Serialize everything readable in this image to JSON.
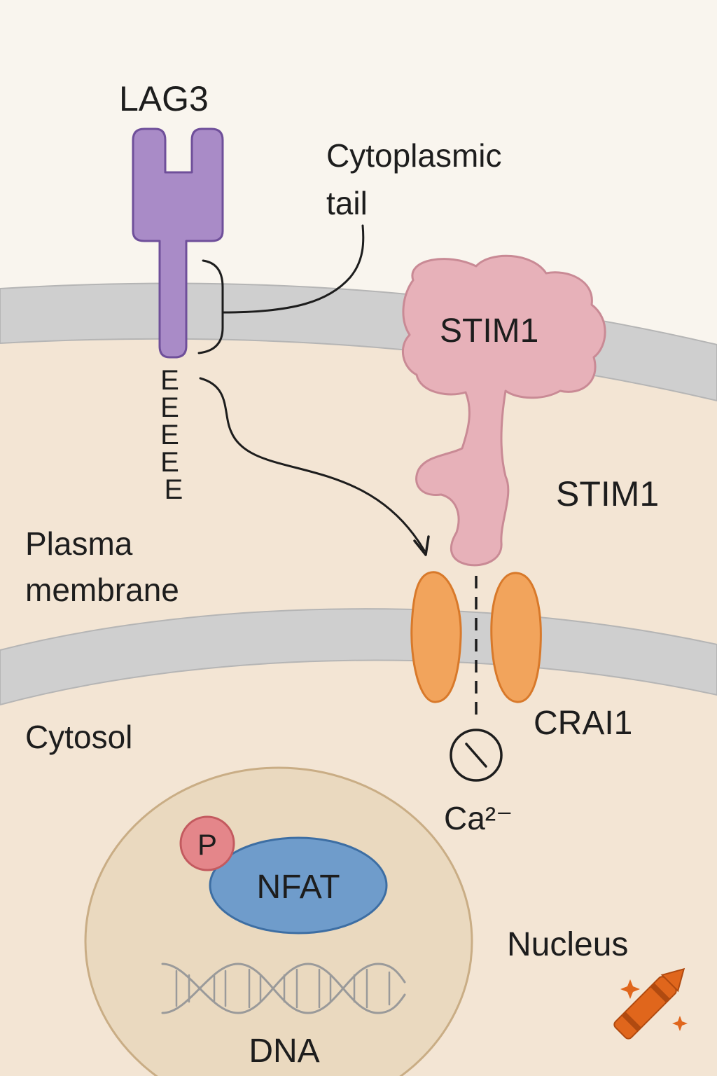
{
  "labels": {
    "lag3": "LAG3",
    "cytoplasmic_tail": [
      "Cytoplasmic",
      "tail"
    ],
    "stim1_top": "STIM1",
    "stim1_side": "STIM1",
    "plasma_membrane": [
      "Plasma",
      "membrane"
    ],
    "cytosol": "Cytosol",
    "crai1": "CRAI1",
    "calcium": "Ca²⁻",
    "phospho": "P",
    "nfat": "NFAT",
    "nucleus": "Nucleus",
    "dna": "DNA",
    "tail_motif": [
      "E",
      "E",
      "E",
      "E",
      "E"
    ]
  },
  "colors": {
    "background": "#f9f5ee",
    "cytosol": "#f3e5d4",
    "membrane": "#cfcfcf",
    "lag3": "#a98bc7",
    "stim1": "#e7b1b9",
    "crai1": "#f2a45c",
    "nfat": "#6f9ccb",
    "phospho": "#e4868a",
    "nucleus": "#ead9bf",
    "dna": "#9a9a9a",
    "crayon": "#e0661c"
  },
  "icons": {
    "calcium_symbol": "circle-slash-icon",
    "dna_helix": "dna-helix-icon",
    "watermark": "crayon-icon"
  }
}
